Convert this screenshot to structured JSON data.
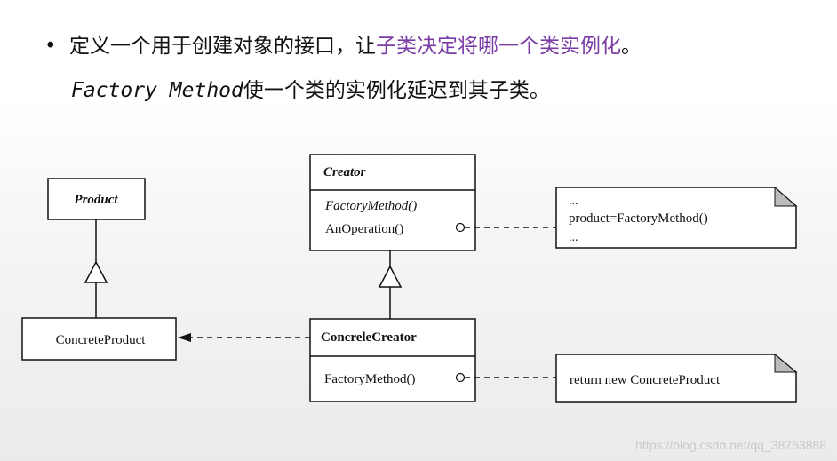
{
  "bullet": {
    "symbol": "•",
    "part1": "定义一个用于创建对象的接口，让",
    "highlight": "子类决定将哪一个类实例化",
    "part2": "。",
    "line2_italic": "Factory Method",
    "line2_rest": "使一个类的实例化延迟到其子类。"
  },
  "diagram": {
    "product": {
      "name": "Product"
    },
    "concrete_product": {
      "name": "ConcreteProduct"
    },
    "creator": {
      "name": "Creator",
      "method_abstract": "FactoryMethod()",
      "method_operation": "AnOperation()"
    },
    "concrete_creator": {
      "name": "ConcreleCreator",
      "method": "FactoryMethod()"
    },
    "note_operation": {
      "line1": "...",
      "line2": "product=FactoryMethod()",
      "line3": "..."
    },
    "note_factory": {
      "line1": "return new ConcreteProduct"
    }
  },
  "watermark": "https://blog.csdn.net/qq_38753888",
  "colors": {
    "highlight": "#7a3da6",
    "line": "#111111"
  }
}
